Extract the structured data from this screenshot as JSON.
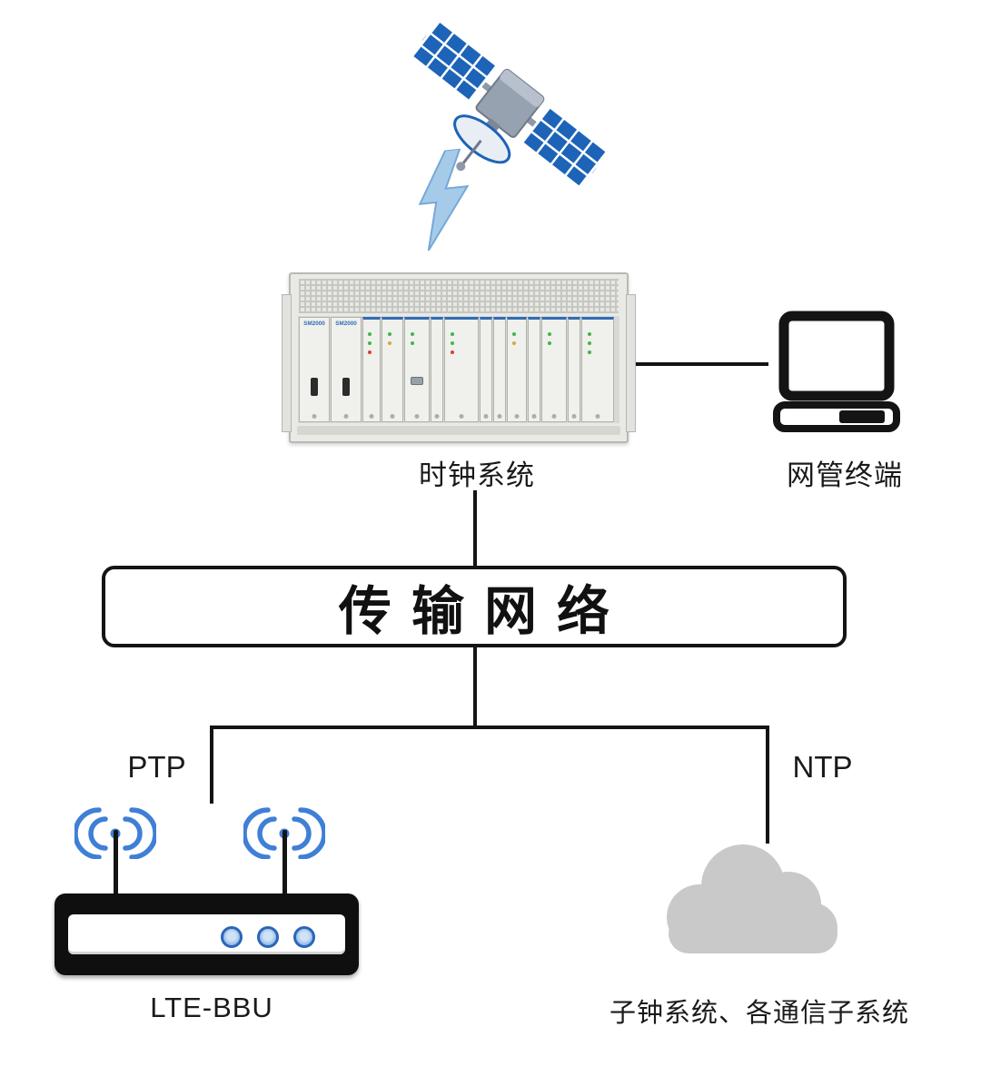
{
  "labels": {
    "clock_system": "时钟系统",
    "nms_terminal": "网管终端",
    "transmission_network": "传输网络",
    "ptp": "PTP",
    "ntp": "NTP",
    "lte_bbu": "LTE-BBU",
    "subsystems": "子钟系统、各通信子系统"
  },
  "rack": {
    "model": "SM2000"
  },
  "icons": {
    "satellite": "satellite-icon",
    "lightning": "lightning-bolt-icon",
    "clock_rack": "clock-system-rack-icon",
    "monitor": "monitor-icon",
    "wifi": "wifi-signal-icon",
    "router": "lte-bbu-router-icon",
    "cloud": "cloud-icon"
  },
  "colors": {
    "satellite_blue": "#1d64b8",
    "satellite_body": "#8e99a8",
    "lightning_blue": "#a6cbe9",
    "lightning_edge": "#74a9d8",
    "wifi_blue": "#3f7fd6",
    "button_blue": "#2a66b8",
    "cloud_gray": "#c9c9c9",
    "line_black": "#141414"
  }
}
